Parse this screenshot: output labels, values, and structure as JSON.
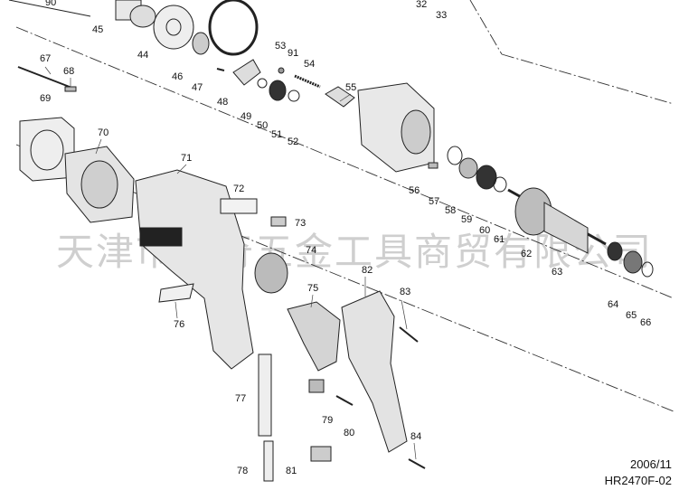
{
  "diagram": {
    "watermark": "天津市华奇五金工具商贸有限公司",
    "date": "2006/11",
    "model": "HR2470F-02",
    "parts": [
      {
        "id": "p90",
        "label": "90"
      },
      {
        "id": "p45",
        "label": "45"
      },
      {
        "id": "p44",
        "label": "44"
      },
      {
        "id": "p46",
        "label": "46"
      },
      {
        "id": "p47",
        "label": "47"
      },
      {
        "id": "p32",
        "label": "32"
      },
      {
        "id": "p33",
        "label": "33"
      },
      {
        "id": "p67",
        "label": "67"
      },
      {
        "id": "p68",
        "label": "68"
      },
      {
        "id": "p69",
        "label": "69"
      },
      {
        "id": "p70",
        "label": "70"
      },
      {
        "id": "p53",
        "label": "53"
      },
      {
        "id": "p91",
        "label": "91"
      },
      {
        "id": "p54",
        "label": "54"
      },
      {
        "id": "p55",
        "label": "55"
      },
      {
        "id": "p48",
        "label": "48"
      },
      {
        "id": "p49",
        "label": "49"
      },
      {
        "id": "p50",
        "label": "50"
      },
      {
        "id": "p51",
        "label": "51"
      },
      {
        "id": "p52",
        "label": "52"
      },
      {
        "id": "p71",
        "label": "71"
      },
      {
        "id": "p72",
        "label": "72"
      },
      {
        "id": "p73",
        "label": "73"
      },
      {
        "id": "p74",
        "label": "74"
      },
      {
        "id": "p56",
        "label": "56"
      },
      {
        "id": "p57",
        "label": "57"
      },
      {
        "id": "p58",
        "label": "58"
      },
      {
        "id": "p59",
        "label": "59"
      },
      {
        "id": "p60",
        "label": "60"
      },
      {
        "id": "p61",
        "label": "61"
      },
      {
        "id": "p62",
        "label": "62"
      },
      {
        "id": "p63",
        "label": "63"
      },
      {
        "id": "p64",
        "label": "64"
      },
      {
        "id": "p65",
        "label": "65"
      },
      {
        "id": "p66",
        "label": "66"
      },
      {
        "id": "p75",
        "label": "75"
      },
      {
        "id": "p76",
        "label": "76"
      },
      {
        "id": "p77",
        "label": "77"
      },
      {
        "id": "p78",
        "label": "78"
      },
      {
        "id": "p79",
        "label": "79"
      },
      {
        "id": "p80",
        "label": "80"
      },
      {
        "id": "p81",
        "label": "81"
      },
      {
        "id": "p82",
        "label": "82"
      },
      {
        "id": "p83",
        "label": "83"
      },
      {
        "id": "p84",
        "label": "84"
      }
    ]
  }
}
